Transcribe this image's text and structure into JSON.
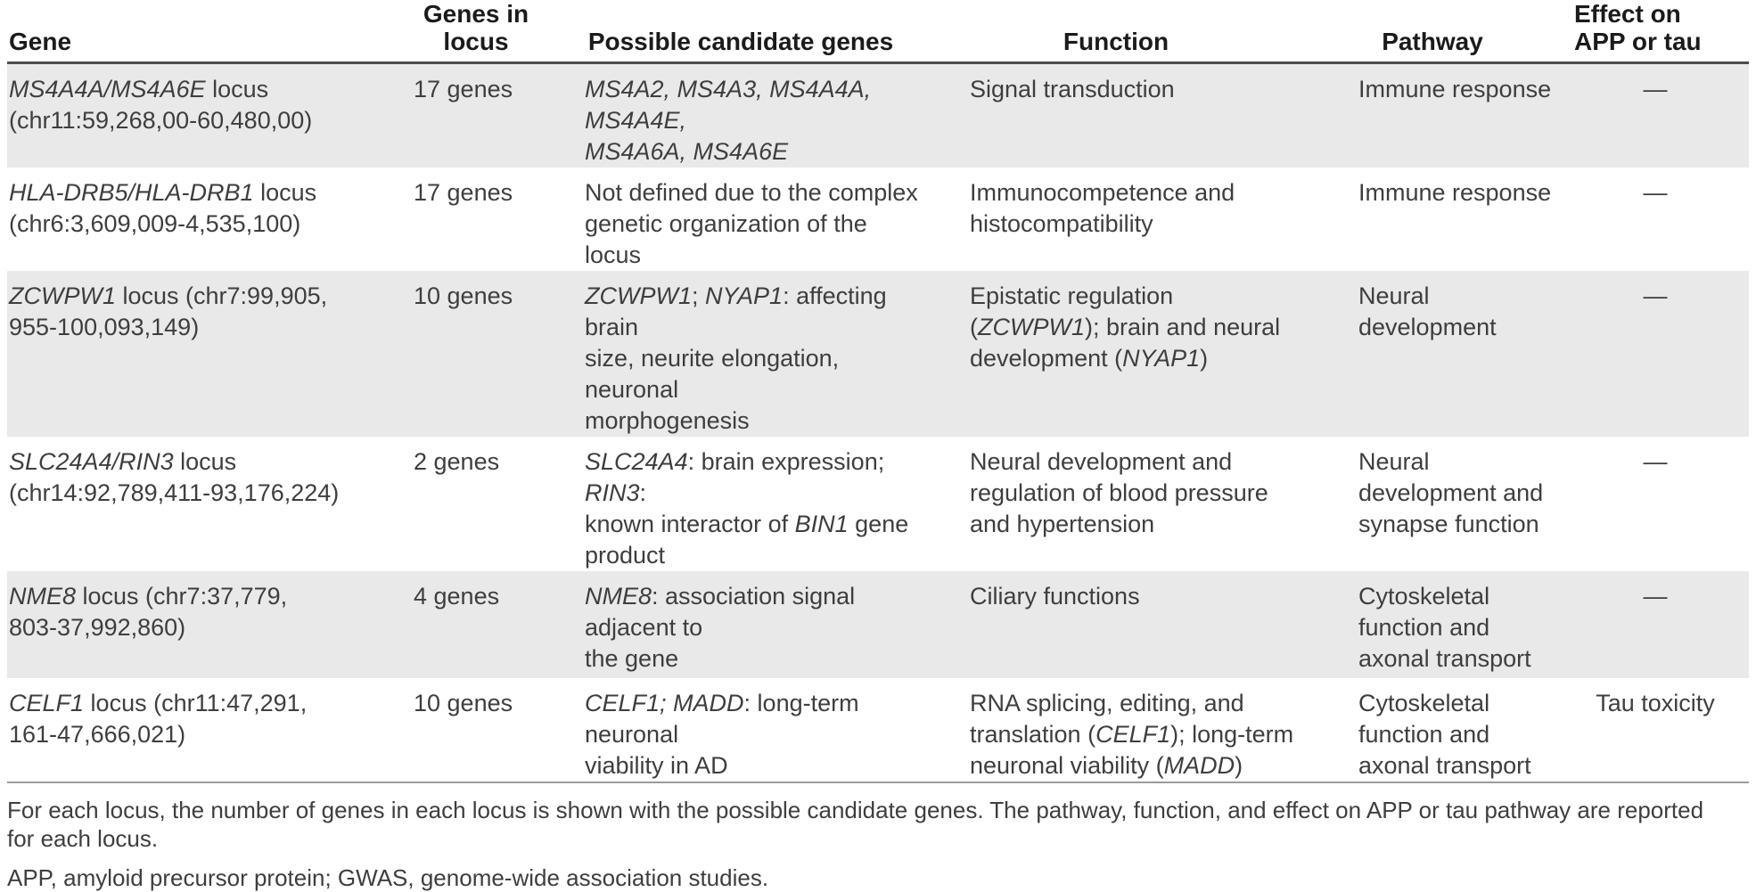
{
  "colors": {
    "row_shade": "#e9e9e9",
    "header_rule": "#4d4d4d",
    "bottom_rule": "#9b9b9b",
    "text": "#3e3e3e"
  },
  "table": {
    "headers": {
      "gene": "Gene",
      "genes_in_locus": [
        "Genes in",
        "locus"
      ],
      "candidates": "Possible candidate genes",
      "function": "Function",
      "pathway": "Pathway",
      "effect": [
        "Effect on",
        "APP or tau"
      ]
    },
    "rows": [
      {
        "gene": [
          [
            {
              "t": "MS4A4A/MS4A6E",
              "i": true
            },
            {
              "t": " locus"
            }
          ],
          [
            {
              "t": "(chr11:59,268,00-60,480,00)"
            }
          ]
        ],
        "count": "17 genes",
        "candidates": [
          [
            {
              "t": "MS4A2, MS4A3, MS4A4A, MS4A4E,",
              "i": true
            }
          ],
          [
            {
              "t": "MS4A6A, MS4A6E",
              "i": true
            }
          ]
        ],
        "function": [
          [
            {
              "t": "Signal transduction"
            }
          ]
        ],
        "pathway": [
          [
            {
              "t": "Immune response"
            }
          ]
        ],
        "effect": "—"
      },
      {
        "gene": [
          [
            {
              "t": "HLA-DRB5/HLA-DRB1",
              "i": true
            },
            {
              "t": " locus"
            }
          ],
          [
            {
              "t": "(chr6:3,609,009-4,535,100)"
            }
          ]
        ],
        "count": "17 genes",
        "candidates": [
          [
            {
              "t": "Not defined due to the complex"
            }
          ],
          [
            {
              "t": "genetic organization of the locus"
            }
          ]
        ],
        "function": [
          [
            {
              "t": "Immunocompetence and"
            }
          ],
          [
            {
              "t": "histocompatibility"
            }
          ]
        ],
        "pathway": [
          [
            {
              "t": "Immune response"
            }
          ]
        ],
        "effect": "—"
      },
      {
        "gene": [
          [
            {
              "t": "ZCWPW1",
              "i": true
            },
            {
              "t": " locus (chr7:99,905,"
            }
          ],
          [
            {
              "t": "955-100,093,149)"
            }
          ]
        ],
        "count": "10 genes",
        "candidates": [
          [
            {
              "t": "ZCWPW1",
              "i": true
            },
            {
              "t": "; "
            },
            {
              "t": "NYAP1",
              "i": true
            },
            {
              "t": ": affecting brain"
            }
          ],
          [
            {
              "t": "size, neurite elongation, neuronal"
            }
          ],
          [
            {
              "t": "morphogenesis"
            }
          ]
        ],
        "function": [
          [
            {
              "t": "Epistatic regulation"
            }
          ],
          [
            {
              "t": "("
            },
            {
              "t": "ZCWPW1",
              "i": true
            },
            {
              "t": "); brain and neural"
            }
          ],
          [
            {
              "t": "development ("
            },
            {
              "t": "NYAP1",
              "i": true
            },
            {
              "t": ")"
            }
          ]
        ],
        "pathway": [
          [
            {
              "t": "Neural"
            }
          ],
          [
            {
              "t": "development"
            }
          ]
        ],
        "effect": "—"
      },
      {
        "gene": [
          [
            {
              "t": "SLC24A4/RIN3",
              "i": true
            },
            {
              "t": " locus"
            }
          ],
          [
            {
              "t": "(chr14:92,789,411-93,176,224)"
            }
          ]
        ],
        "count": "2 genes",
        "candidates": [
          [
            {
              "t": "SLC24A4",
              "i": true
            },
            {
              "t": ": brain expression; "
            },
            {
              "t": "RIN3",
              "i": true
            },
            {
              "t": ":"
            }
          ],
          [
            {
              "t": "known interactor of "
            },
            {
              "t": "BIN1",
              "i": true
            },
            {
              "t": " gene"
            }
          ],
          [
            {
              "t": "product"
            }
          ]
        ],
        "function": [
          [
            {
              "t": "Neural development and"
            }
          ],
          [
            {
              "t": "regulation of blood pressure"
            }
          ],
          [
            {
              "t": "and hypertension"
            }
          ]
        ],
        "pathway": [
          [
            {
              "t": "Neural"
            }
          ],
          [
            {
              "t": "development and"
            }
          ],
          [
            {
              "t": "synapse function"
            }
          ]
        ],
        "effect": "—"
      },
      {
        "gene": [
          [
            {
              "t": "NME8",
              "i": true
            },
            {
              "t": " locus (chr7:37,779,"
            }
          ],
          [
            {
              "t": "803-37,992,860)"
            }
          ]
        ],
        "count": "4 genes",
        "candidates": [
          [
            {
              "t": "NME8",
              "i": true
            },
            {
              "t": ": association signal adjacent to"
            }
          ],
          [
            {
              "t": "the gene"
            }
          ]
        ],
        "function": [
          [
            {
              "t": "Ciliary functions"
            }
          ]
        ],
        "pathway": [
          [
            {
              "t": "Cytoskeletal"
            }
          ],
          [
            {
              "t": "function and"
            }
          ],
          [
            {
              "t": "axonal transport"
            }
          ]
        ],
        "effect": "—"
      },
      {
        "gene": [
          [
            {
              "t": "CELF1",
              "i": true
            },
            {
              "t": " locus (chr11:47,291,"
            }
          ],
          [
            {
              "t": "161-47,666,021)"
            }
          ]
        ],
        "count": "10 genes",
        "candidates": [
          [
            {
              "t": "CELF1; MADD",
              "i": true
            },
            {
              "t": ": long-term neuronal"
            }
          ],
          [
            {
              "t": "viability in AD"
            }
          ]
        ],
        "function": [
          [
            {
              "t": "RNA splicing, editing, and"
            }
          ],
          [
            {
              "t": "translation ("
            },
            {
              "t": "CELF1",
              "i": true
            },
            {
              "t": "); long-term"
            }
          ],
          [
            {
              "t": "neuronal viability ("
            },
            {
              "t": "MADD",
              "i": true
            },
            {
              "t": ")"
            }
          ]
        ],
        "pathway": [
          [
            {
              "t": "Cytoskeletal"
            }
          ],
          [
            {
              "t": "function and"
            }
          ],
          [
            {
              "t": "axonal transport"
            }
          ]
        ],
        "effect": "Tau toxicity"
      }
    ]
  },
  "footnotes": [
    "For each locus, the number of genes in each locus is shown with the possible candidate genes. The pathway, function, and effect on APP or tau pathway are reported for each locus.",
    "APP, amyloid precursor protein; GWAS, genome-wide association studies."
  ]
}
